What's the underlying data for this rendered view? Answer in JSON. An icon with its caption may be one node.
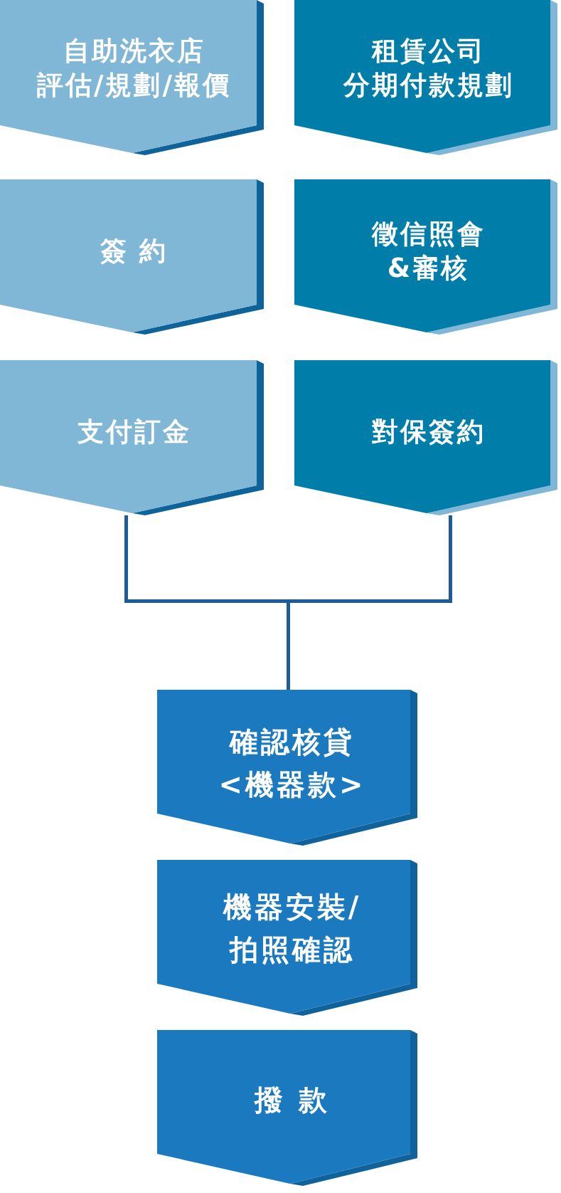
{
  "diagram": {
    "nodes": [
      {
        "text": [
          "自助洗衣店評估/規劃/報價"
        ]
      },
      {
        "text": [
          "租賃公司分期付款規劃"
        ]
      },
      {
        "text": [
          "簽 約"
        ]
      },
      {
        "text": [
          "徵信照會&審核"
        ]
      },
      {
        "text": [
          "支付訂金"
        ]
      },
      {
        "text": [
          "對保簽約"
        ]
      },
      {
        "text": [
          "確認核貸<機器款>"
        ]
      },
      {
        "text": [
          "機器安裝/拍照確認"
        ]
      },
      {
        "text": [
          "撥 款"
        ]
      }
    ],
    "edges": [
      {
        "from": 4,
        "to": 6,
        "arrow": "none"
      },
      {
        "from": 5,
        "to": 6,
        "arrow": "none"
      }
    ]
  }
}
